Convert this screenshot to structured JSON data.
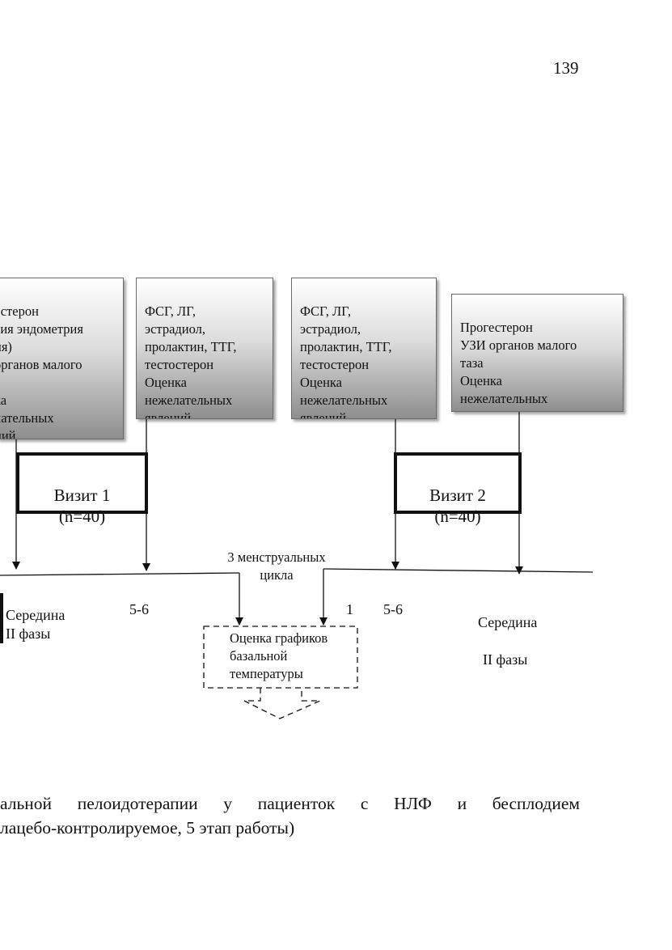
{
  "page_number": "139",
  "boxes": {
    "left_partial": "естерон\nсия эндометрия\nня)\nорганов малого\n\nка\nлательных\nний",
    "box2": "ФСГ, ЛГ,\nэстрадиол,\nпролактин, ТТГ,\nтестостерон\nОценка\nнежелательных\nявлений",
    "box3": "ФСГ, ЛГ,\nэстрадиол,\nпролактин, ТТГ,\nтестостерон\nОценка\nнежелательных\nявлений",
    "box4": "Прогестерон\nУЗИ органов малого\nтаза\nОценка\nнежелательных\nявлений"
  },
  "visits": {
    "visit1": "Визит 1\n(n=40)",
    "visit2": "Визит 2\n(n=40)"
  },
  "timeline": {
    "cycles": "3 менструальных\nцикла",
    "mid_left": "Середина\nII фазы",
    "day_56_left": "5-6",
    "day_1": "1",
    "day_56_right": "5-6",
    "mid_right_l1": "Середина",
    "mid_right_l2": "II фазы"
  },
  "assessment": "Оценка графиков\nбазальной\nтемпературы",
  "caption": {
    "line1": "альной пелоидотерапии у пациенток с НЛФ и бесплодием",
    "line2": "лацебо-контролируемое, 5 этап работы)"
  }
}
